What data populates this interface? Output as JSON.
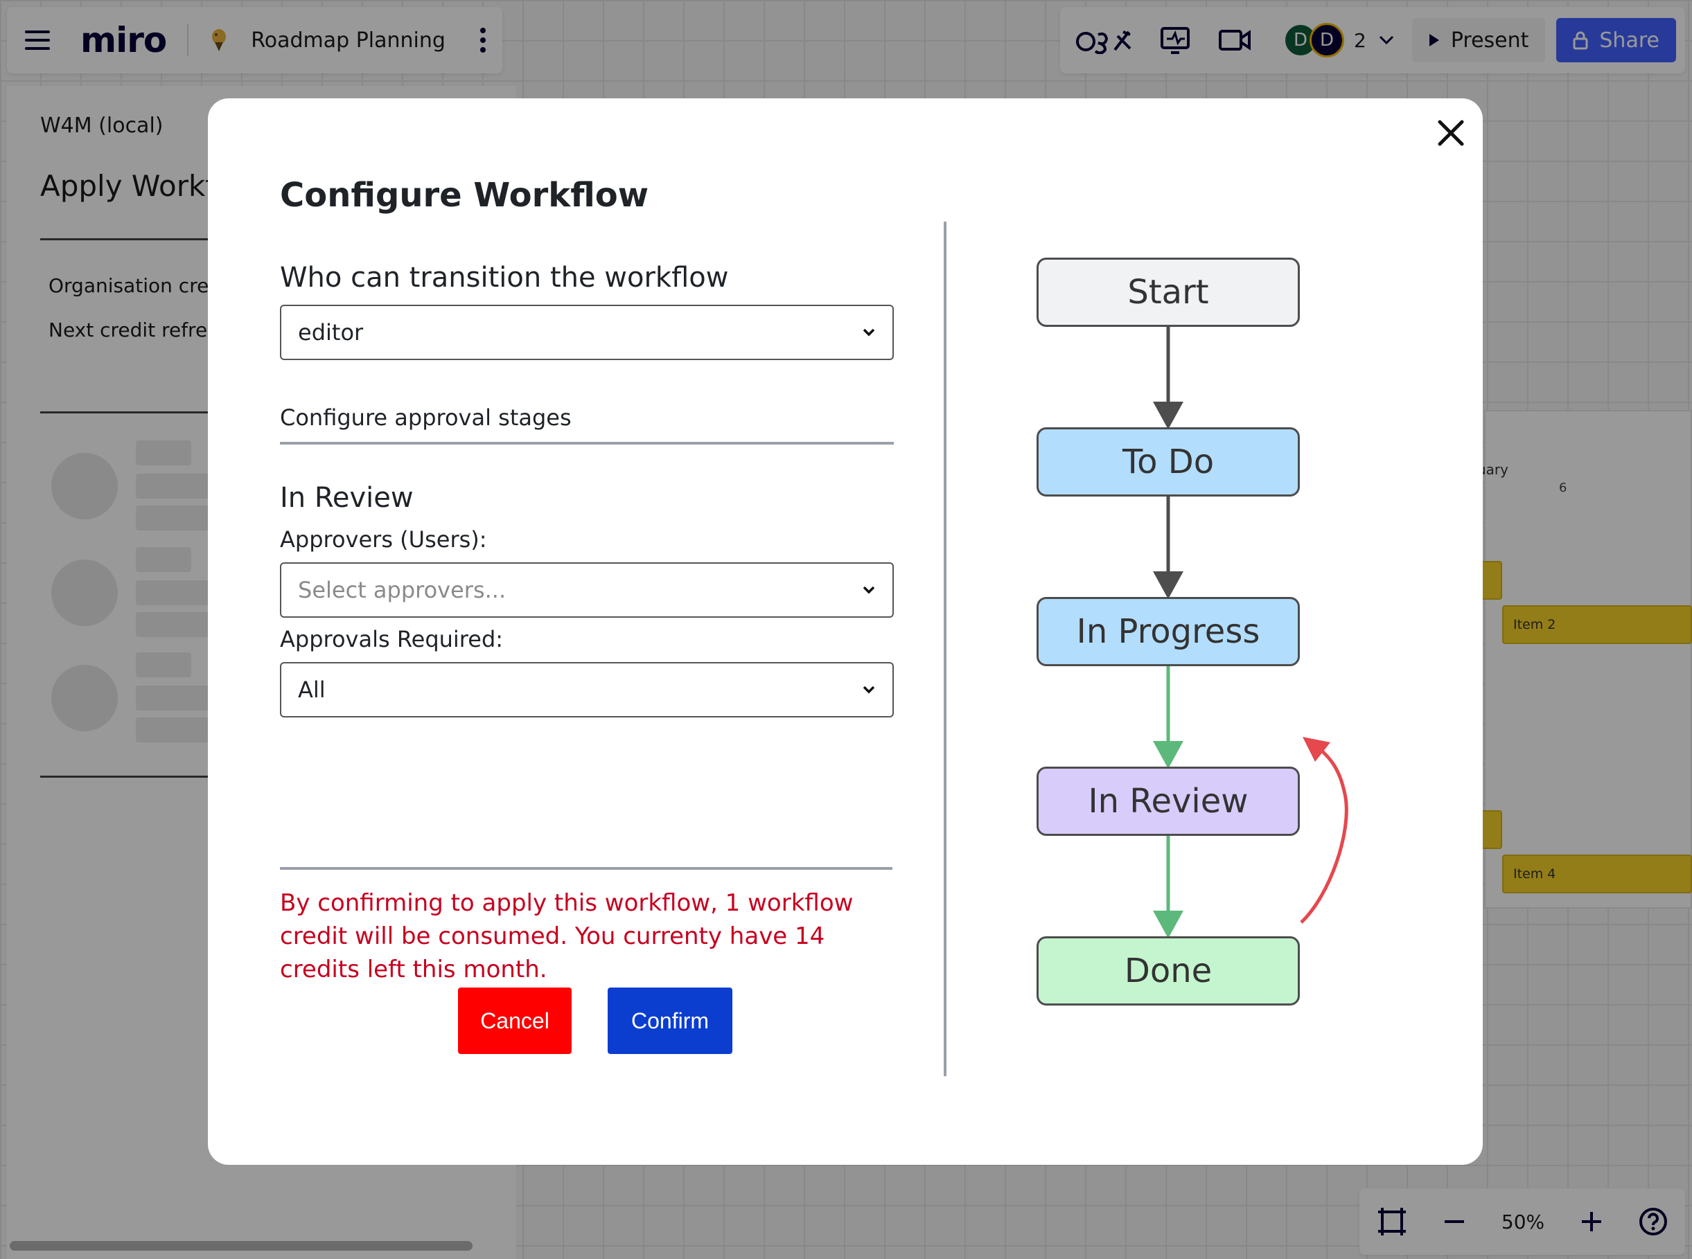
{
  "topbar": {
    "logo": "miro",
    "board_name": "Roadmap Planning"
  },
  "collaborators": {
    "avatar1_initial": "D",
    "avatar2_initial": "D",
    "count": "2"
  },
  "actions": {
    "present_label": "Present",
    "share_label": "Share"
  },
  "side_panel": {
    "app_name": "W4M (local)",
    "heading": "Apply Workfl",
    "org_credits_label": "Organisation cred",
    "next_refresh_label": "Next credit refres"
  },
  "timeline": {
    "month_label": "uary",
    "day_label": "6",
    "items": [
      "Item 2",
      "Item 4"
    ]
  },
  "zoom": {
    "level": "50%"
  },
  "modal": {
    "title": "Configure Workflow",
    "transition_label": "Who can transition the workflow",
    "transition_value": "editor",
    "approval_section_label": "Configure approval stages",
    "stage_name": "In Review",
    "approvers_label": "Approvers (Users):",
    "approvers_placeholder": "Select approvers...",
    "approvals_required_label": "Approvals Required:",
    "approvals_required_value": "All",
    "warning": "By confirming to apply this workflow, 1 workflow credit will be consumed. You currenty have 14 credits left this month.",
    "cancel_label": "Cancel",
    "confirm_label": "Confirm"
  },
  "workflow": {
    "nodes": [
      "Start",
      "To Do",
      "In Progress",
      "In Review",
      "Done"
    ],
    "colors": {
      "start": "#f1f2f4",
      "todo": "#b3ddfc",
      "in_progress": "#b3ddfc",
      "in_review": "#d8ccfb",
      "done": "#c5f5cf",
      "arrow_default": "#4d4d4d",
      "arrow_approve": "#5cb97b",
      "arrow_reject": "#e5484d"
    }
  },
  "colors": {
    "brand": "#050038",
    "share_blue": "#4262ff",
    "confirm_blue": "#0b3ecf",
    "cancel_red": "#ff0000",
    "warning_red": "#c6001f"
  }
}
